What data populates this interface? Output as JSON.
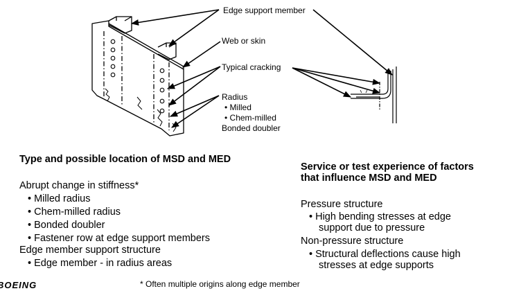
{
  "diagram_labels": {
    "edge_support_member": "Edge support member",
    "web_or_skin": "Web or skin",
    "typical_cracking": "Typical cracking",
    "radius": "Radius",
    "radius_milled": "• Milled",
    "radius_chem_milled": "• Chem-milled",
    "bonded_doubler": "Bonded doubler"
  },
  "left_section": {
    "heading": "Type and possible location of MSD and MED",
    "lines": [
      "Abrupt change in stiffness*",
      "• Milled radius",
      "• Chem-milled radius",
      "• Bonded doubler",
      "• Fastener row at edge support members",
      "Edge member support structure",
      "• Edge member - in radius areas"
    ]
  },
  "right_section": {
    "heading_line1": "Service or test experience of factors",
    "heading_line2": "that influence MSD and MED",
    "lines": [
      "Pressure structure",
      "• High bending stresses at edge",
      "support due to pressure",
      "Non-pressure structure",
      "• Structural deflections cause high",
      "stresses at edge supports"
    ]
  },
  "footnote": "* Often multiple origins along edge member",
  "logo_text": "BOEING"
}
